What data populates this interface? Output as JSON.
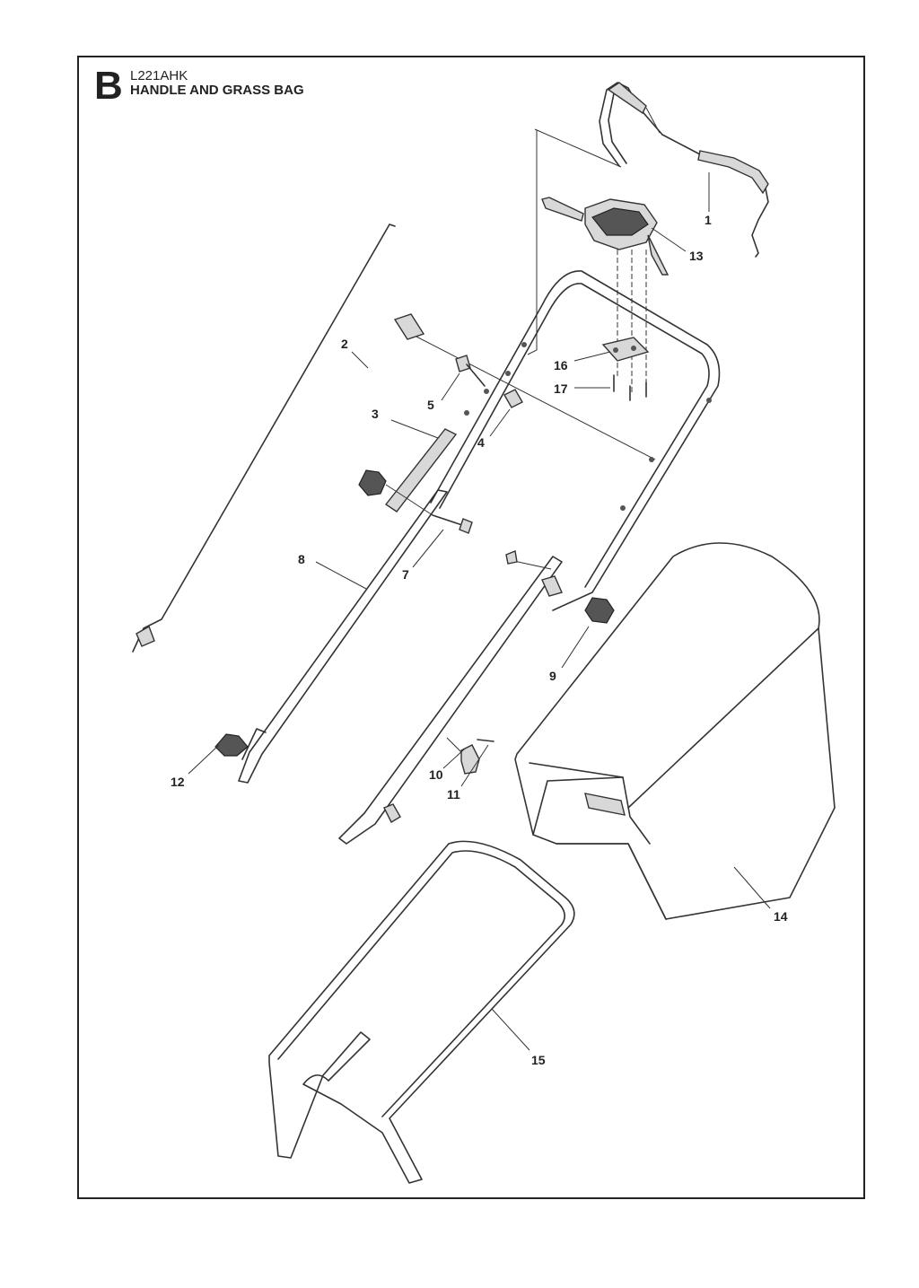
{
  "header": {
    "section_letter": "B",
    "model": "L221AHK",
    "title": "HANDLE AND GRASS BAG"
  },
  "callouts": {
    "c1": "1",
    "c2": "2",
    "c3": "3",
    "c4": "4",
    "c5": "5",
    "c7": "7",
    "c8": "8",
    "c9": "9",
    "c10": "10",
    "c11": "11",
    "c12": "12",
    "c13": "13",
    "c14": "14",
    "c15": "15",
    "c16": "16",
    "c17": "17"
  }
}
